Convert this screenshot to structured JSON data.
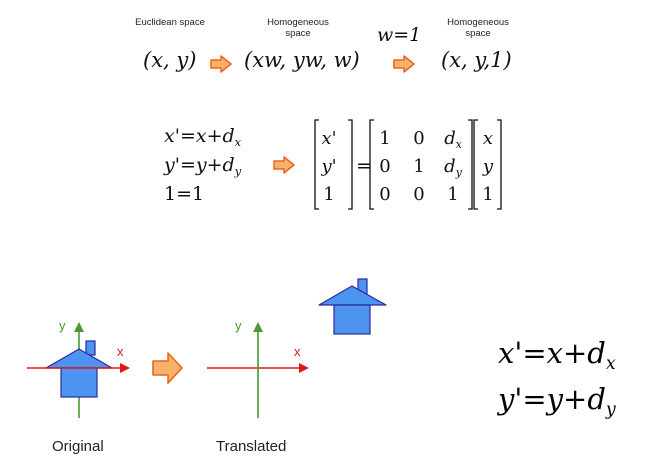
{
  "top_row": {
    "euclidean_label": "Euclidean space",
    "euclidean_expr": "(x, y)",
    "homogeneous_label_1": "Homogeneous space",
    "homogeneous_expr_1": "(xw, yw, w)",
    "w_condition": "w=1",
    "homogeneous_label_2": "Homogeneous space",
    "homogeneous_expr_2": "(x, y,1)"
  },
  "equations": {
    "eq1_lhs": "x'=x+d",
    "eq1_sub": "x",
    "eq2_lhs": "y'=y+d",
    "eq2_sub": "y",
    "eq3": "1=1"
  },
  "matrix": {
    "lhs_vector": [
      "x'",
      "y'",
      "1"
    ],
    "equals": "=",
    "transform": [
      [
        "1",
        "0",
        "d",
        "x"
      ],
      [
        "0",
        "1",
        "d",
        "y"
      ],
      [
        "0",
        "0",
        "1",
        ""
      ]
    ],
    "rhs_vector": [
      "x",
      "y",
      "1"
    ]
  },
  "diagram": {
    "axis_x_label": "x",
    "axis_y_label": "y",
    "caption_original": "Original",
    "caption_translated": "Translated",
    "colors": {
      "house_fill": "#4d94f0",
      "house_stroke": "#2a2a9a",
      "x_axis": "#e01818",
      "y_axis": "#4a9a30",
      "arrow_fill": "#f7b26a",
      "arrow_stroke": "#ea6420"
    }
  },
  "big_equations": {
    "eq1": "x'=x+d",
    "eq1_sub": "x",
    "eq2": "y'=y+d",
    "eq2_sub": "y"
  }
}
